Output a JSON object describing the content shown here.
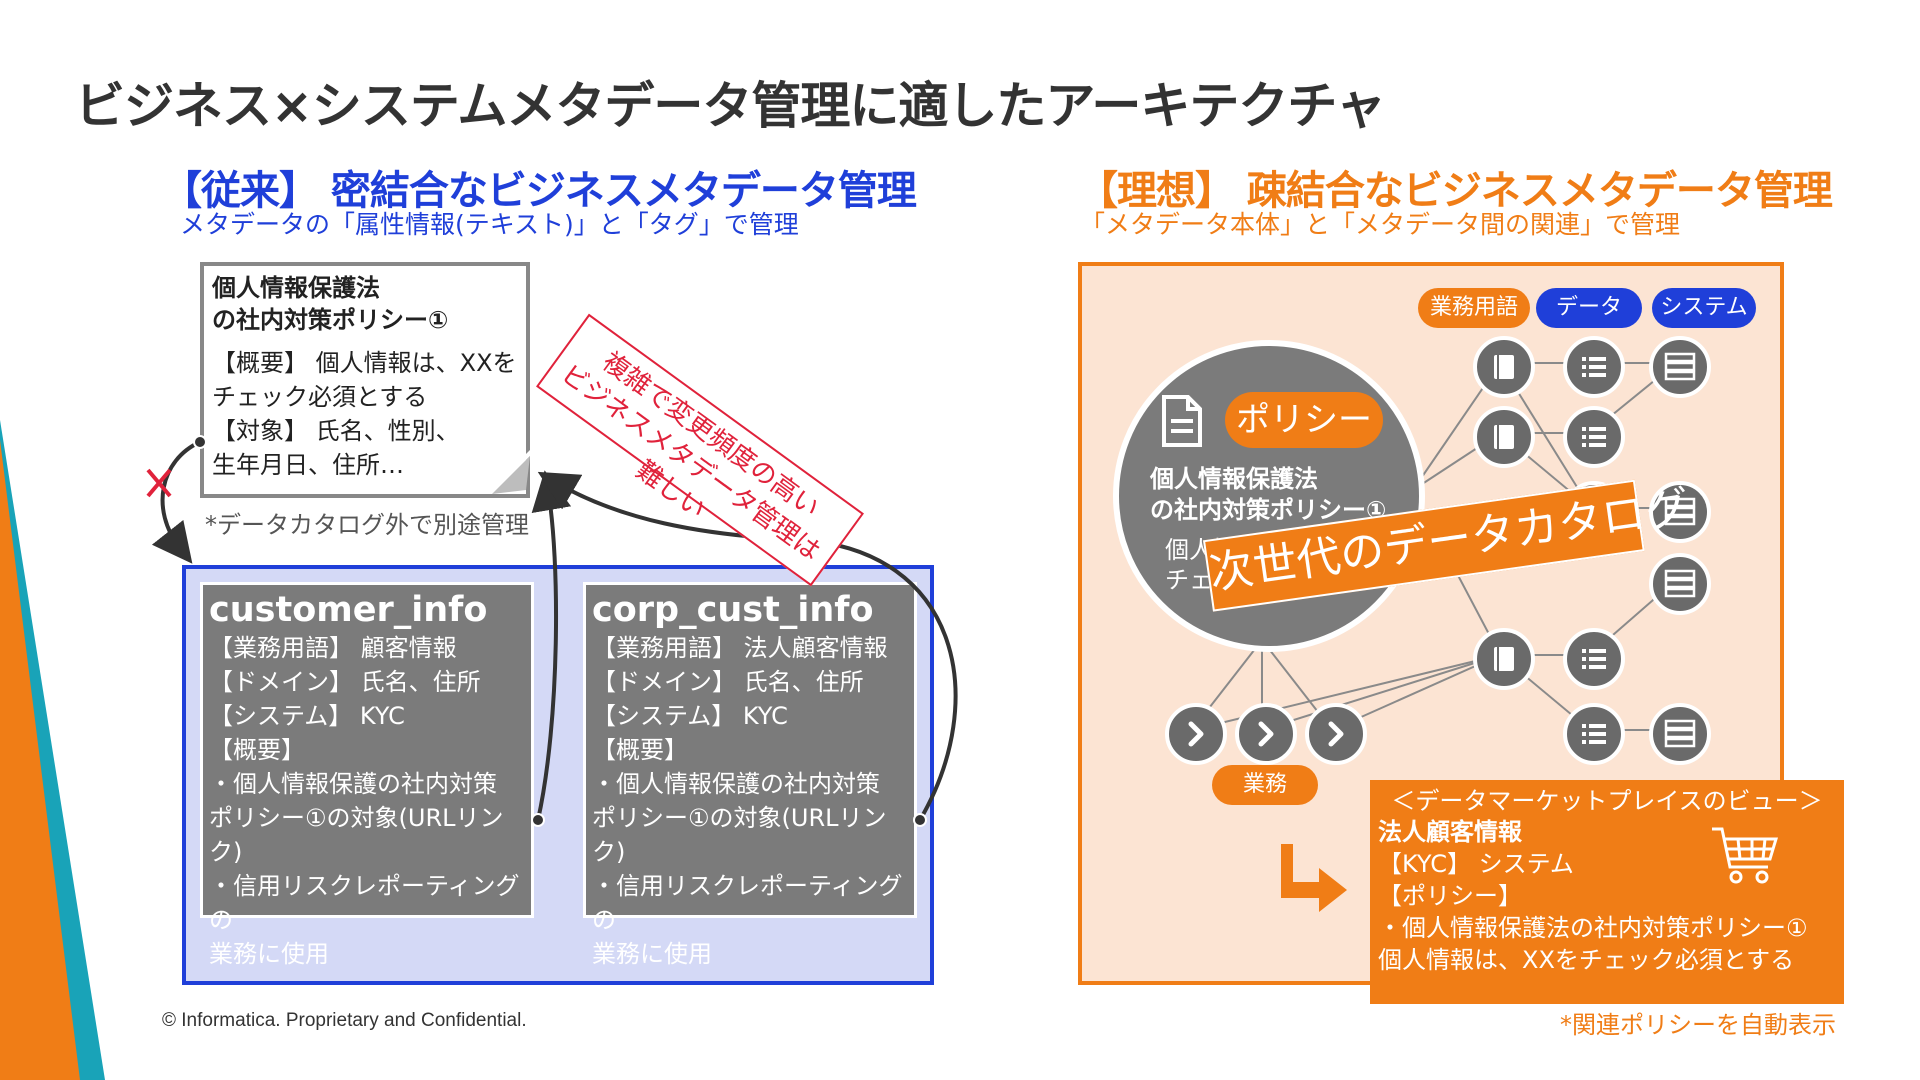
{
  "title": "ビジネス×システムメタデータ管理に適したアーキテクチャ",
  "left": {
    "heading": "【従来】 密結合なビジネスメタデータ管理",
    "subheading": "メタデータの「属性情報(テキスト)」と「タグ」で管理",
    "doc_title": "個人情報保護法\nの社内対策ポリシー①",
    "doc_body": "【概要】 個人情報は、XXを\nチェック必須とする\n【対象】 氏名、性別、\n生年月日、住所…",
    "doc_note": "*データカタログ外で別途管理",
    "stamp": "複雑で変更頻度の高い\nビジネスメタデータ管理は難しい",
    "cards": [
      {
        "name": "customer_info",
        "body": "【業務用語】 顧客情報\n【ドメイン】 氏名、住所\n【システム】 KYC\n【概要】\n・個人情報保護の社内対策\nポリシー①の対象(URLリンク)\n・信用リスクレポーティングの\n業務に使用"
      },
      {
        "name": "corp_cust_info",
        "body": "【業務用語】 法人顧客情報\n【ドメイン】 氏名、住所\n【システム】 KYC\n【概要】\n・個人情報保護の社内対策\nポリシー①の対象(URLリンク)\n・信用リスクレポーティングの\n業務に使用"
      }
    ]
  },
  "right": {
    "heading": "【理想】 疎結合なビジネスメタデータ管理",
    "subheading": "「メタデータ本体」と「メタデータ間の関連」で管理",
    "pills": {
      "business_terms": "業務用語",
      "data": "データ",
      "system": "システム",
      "business": "業務"
    },
    "policy_label": "ポリシー",
    "policy_title": "個人情報保護法\nの社内対策ポリシー①",
    "policy_body": "個人情報は、XXを\nチェック",
    "catalog_banner": "次世代のデータカタログ",
    "market_header": "＜データマーケットプレイスのビュー＞",
    "market_title": "法人顧客情報",
    "market_lines": "【KYC】 システム\n【ポリシー】\n・個人情報保護法の社内対策ポリシー①\n個人情報は、XXをチェック必須とする",
    "auto_note": "*関連ポリシーを自動表示"
  },
  "footer": "© Informatica. Proprietary and Confidential.",
  "colors": {
    "blue": "#1f3fd9",
    "orange": "#f07d16",
    "grey": "#7b7b7b",
    "red": "#e0223b"
  }
}
